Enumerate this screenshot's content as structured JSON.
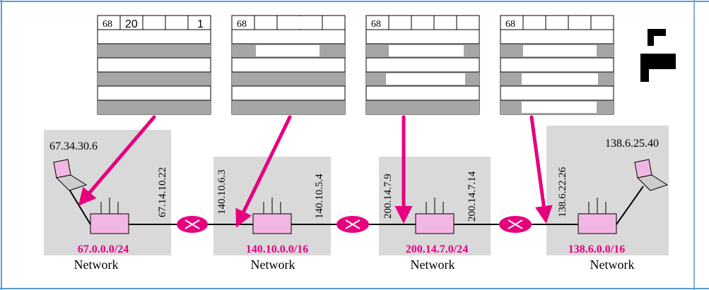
{
  "colors": {
    "accent": "#e6007e",
    "panel": "#d9d9d9",
    "row_gray": "#a6a6a6",
    "router": "#f2b6e4",
    "link": "#000000"
  },
  "header_tables": [
    {
      "cells": [
        "68",
        "20",
        "",
        "",
        "1",
        ""
      ]
    },
    {
      "cells": [
        "68",
        "",
        "",
        "",
        "",
        ""
      ]
    },
    {
      "cells": [
        "68",
        "",
        "",
        "",
        "",
        ""
      ]
    },
    {
      "cells": [
        "68",
        "",
        "",
        "",
        "",
        ""
      ]
    }
  ],
  "networks": [
    {
      "prefix": "67.0.0.0/24",
      "label": "Network"
    },
    {
      "prefix": "140.10.0.0/16",
      "label": "Network"
    },
    {
      "prefix": "200.14.7.0/24",
      "label": "Network"
    },
    {
      "prefix": "138.6.0.0/16",
      "label": "Network"
    }
  ],
  "hosts": [
    {
      "address": "67.34.30.6",
      "icon": "laptop-icon"
    },
    {
      "address": "138.6.25.40",
      "icon": "laptop-icon"
    }
  ],
  "interfaces": [
    {
      "address": "67.14.10.22"
    },
    {
      "address": "140.10.6.3"
    },
    {
      "address": "140.10.5.4"
    },
    {
      "address": "200.14.7.9"
    },
    {
      "address": "200.14.7.14"
    },
    {
      "address": "138.6.22.26"
    }
  ],
  "routers": [
    {
      "icon": "router-icon"
    },
    {
      "icon": "router-icon"
    },
    {
      "icon": "router-icon"
    },
    {
      "icon": "router-icon"
    }
  ],
  "wan_links": [
    {
      "icon": "wan-router-icon"
    },
    {
      "icon": "wan-router-icon"
    },
    {
      "icon": "wan-router-icon"
    }
  ]
}
